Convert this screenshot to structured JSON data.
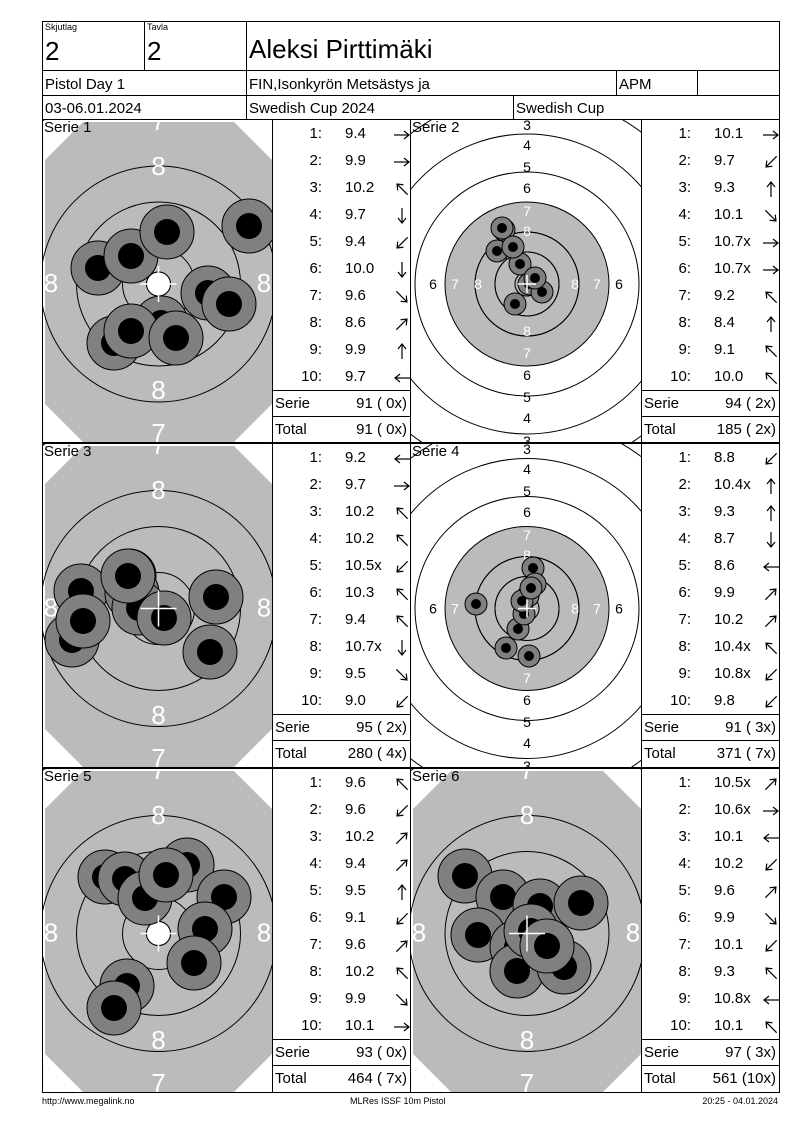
{
  "header": {
    "skjutlag_label": "Skjutlag",
    "skjutlag_value": "2",
    "tavla_label": "Tavla",
    "tavla_value": "2",
    "shooter_name": "Aleksi Pirttimäki",
    "event": "Pistol Day 1",
    "club": "FIN,Isonkyrön Metsästys ja",
    "class": "APM",
    "class_extra": "",
    "dates": "03-06.01.2024",
    "competition": "Swedish Cup 2024",
    "competition_short": "Swedish Cup"
  },
  "labels": {
    "serie": "Serie",
    "total": "Total"
  },
  "series": [
    {
      "title": "Serie 1",
      "target_style": "zoomed",
      "shots": [
        {
          "n": "1:",
          "v": "9.4",
          "dir": "right"
        },
        {
          "n": "2:",
          "v": "9.9",
          "dir": "right"
        },
        {
          "n": "3:",
          "v": "10.2",
          "dir": "up-left"
        },
        {
          "n": "4:",
          "v": "9.7",
          "dir": "down"
        },
        {
          "n": "5:",
          "v": "9.4",
          "dir": "down-left"
        },
        {
          "n": "6:",
          "v": "10.0",
          "dir": "down"
        },
        {
          "n": "7:",
          "v": "9.6",
          "dir": "down-right"
        },
        {
          "n": "8:",
          "v": "8.6",
          "dir": "up-right"
        },
        {
          "n": "9:",
          "v": "9.9",
          "dir": "up"
        },
        {
          "n": "10:",
          "v": "9.7",
          "dir": "left"
        }
      ],
      "serie_total": "91 ( 0x)",
      "running_total": "91 ( 0x)"
    },
    {
      "title": "Serie 2",
      "target_style": "full",
      "shots": [
        {
          "n": "1:",
          "v": "10.1",
          "dir": "right"
        },
        {
          "n": "2:",
          "v": "9.7",
          "dir": "down-left"
        },
        {
          "n": "3:",
          "v": "9.3",
          "dir": "up"
        },
        {
          "n": "4:",
          "v": "10.1",
          "dir": "down-right"
        },
        {
          "n": "5:",
          "v": "10.7x",
          "dir": "right"
        },
        {
          "n": "6:",
          "v": "10.7x",
          "dir": "right"
        },
        {
          "n": "7:",
          "v": "9.2",
          "dir": "up-left"
        },
        {
          "n": "8:",
          "v": "8.4",
          "dir": "up"
        },
        {
          "n": "9:",
          "v": "9.1",
          "dir": "up-left"
        },
        {
          "n": "10:",
          "v": "10.0",
          "dir": "up-left"
        }
      ],
      "serie_total": "94 ( 2x)",
      "running_total": "185 ( 2x)"
    },
    {
      "title": "Serie 3",
      "target_style": "zoomed",
      "shots": [
        {
          "n": "1:",
          "v": "9.2",
          "dir": "left"
        },
        {
          "n": "2:",
          "v": "9.7",
          "dir": "right"
        },
        {
          "n": "3:",
          "v": "10.2",
          "dir": "up-left"
        },
        {
          "n": "4:",
          "v": "10.2",
          "dir": "up-left"
        },
        {
          "n": "5:",
          "v": "10.5x",
          "dir": "down-left"
        },
        {
          "n": "6:",
          "v": "10.3",
          "dir": "up-left"
        },
        {
          "n": "7:",
          "v": "9.4",
          "dir": "up-left"
        },
        {
          "n": "8:",
          "v": "10.7x",
          "dir": "down"
        },
        {
          "n": "9:",
          "v": "9.5",
          "dir": "down-right"
        },
        {
          "n": "10:",
          "v": "9.0",
          "dir": "down-left"
        }
      ],
      "serie_total": "95 ( 2x)",
      "running_total": "280 ( 4x)"
    },
    {
      "title": "Serie 4",
      "target_style": "full",
      "shots": [
        {
          "n": "1:",
          "v": "8.8",
          "dir": "down-left"
        },
        {
          "n": "2:",
          "v": "10.4x",
          "dir": "up"
        },
        {
          "n": "3:",
          "v": "9.3",
          "dir": "up"
        },
        {
          "n": "4:",
          "v": "8.7",
          "dir": "down"
        },
        {
          "n": "5:",
          "v": "8.6",
          "dir": "left"
        },
        {
          "n": "6:",
          "v": "9.9",
          "dir": "up-right"
        },
        {
          "n": "7:",
          "v": "10.2",
          "dir": "up-right"
        },
        {
          "n": "8:",
          "v": "10.4x",
          "dir": "up-left"
        },
        {
          "n": "9:",
          "v": "10.8x",
          "dir": "down-left"
        },
        {
          "n": "10:",
          "v": "9.8",
          "dir": "down-left"
        }
      ],
      "serie_total": "91 ( 3x)",
      "running_total": "371 ( 7x)"
    },
    {
      "title": "Serie 5",
      "target_style": "zoomed",
      "shots": [
        {
          "n": "1:",
          "v": "9.6",
          "dir": "up-left"
        },
        {
          "n": "2:",
          "v": "9.6",
          "dir": "down-left"
        },
        {
          "n": "3:",
          "v": "10.2",
          "dir": "up-right"
        },
        {
          "n": "4:",
          "v": "9.4",
          "dir": "up-right"
        },
        {
          "n": "5:",
          "v": "9.5",
          "dir": "up"
        },
        {
          "n": "6:",
          "v": "9.1",
          "dir": "down-left"
        },
        {
          "n": "7:",
          "v": "9.6",
          "dir": "up-right"
        },
        {
          "n": "8:",
          "v": "10.2",
          "dir": "up-left"
        },
        {
          "n": "9:",
          "v": "9.9",
          "dir": "down-right"
        },
        {
          "n": "10:",
          "v": "10.1",
          "dir": "right"
        }
      ],
      "serie_total": "93 ( 0x)",
      "running_total": "464 ( 7x)"
    },
    {
      "title": "Serie 6",
      "target_style": "zoomed",
      "shots": [
        {
          "n": "1:",
          "v": "10.5x",
          "dir": "up-right"
        },
        {
          "n": "2:",
          "v": "10.6x",
          "dir": "right"
        },
        {
          "n": "3:",
          "v": "10.1",
          "dir": "left"
        },
        {
          "n": "4:",
          "v": "10.2",
          "dir": "down-left"
        },
        {
          "n": "5:",
          "v": "9.6",
          "dir": "up-right"
        },
        {
          "n": "6:",
          "v": "9.9",
          "dir": "down-right"
        },
        {
          "n": "7:",
          "v": "10.1",
          "dir": "down-left"
        },
        {
          "n": "8:",
          "v": "9.3",
          "dir": "up-left"
        },
        {
          "n": "9:",
          "v": "10.8x",
          "dir": "left"
        },
        {
          "n": "10:",
          "v": "10.1",
          "dir": "up-left"
        }
      ],
      "serie_total": "97 ( 3x)",
      "running_total": "561 (10x)"
    }
  ],
  "footer": {
    "left": "http://www.megalink.no",
    "center": "MLRes ISSF 10m Pistol",
    "right": "20:25 - 04.01.2024"
  },
  "colors": {
    "black_zone": "#bbbbbb",
    "shot_fill": "#808080",
    "shot_core": "#000000",
    "line": "#000000"
  }
}
